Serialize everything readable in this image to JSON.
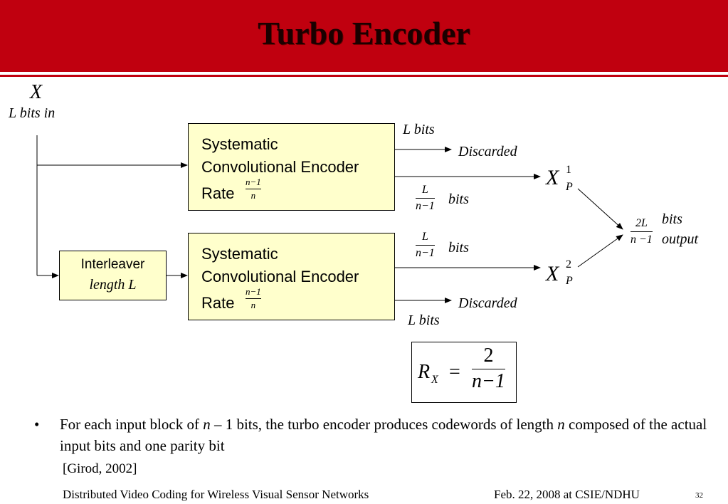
{
  "slide": {
    "title": "Turbo Encoder",
    "input_symbol": "X",
    "input_label": "L bits in",
    "encoder1": {
      "line1": "Systematic",
      "line2": "Convolutional Encoder",
      "rate_word": "Rate",
      "rate_num": "n−1",
      "rate_den": "n"
    },
    "encoder2": {
      "line1": "Systematic",
      "line2": "Convolutional Encoder",
      "rate_word": "Rate",
      "rate_num": "n−1",
      "rate_den": "n"
    },
    "interleaver": {
      "line1": "Interleaver",
      "line2": "length L"
    },
    "top_lbits": "L bits",
    "top_discarded": "Discarded",
    "bottom_lbits": "L bits",
    "bottom_discarded": "Discarded",
    "parity_frac_num": "L",
    "parity_frac_den": "n−1",
    "bits_word": "bits",
    "xp1_base": "X",
    "xp1_sup": "1",
    "xp1_sub": "P",
    "xp2_base": "X",
    "xp2_sup": "2",
    "xp2_sub": "P",
    "output_num": "2L",
    "output_den": "n −1",
    "output_bits": "bits",
    "output_word": "output",
    "rate_R": "R",
    "rate_R_sub": "X",
    "rate_eq": "=",
    "rate_num": "2",
    "rate_den": "n−1",
    "bullet_char": "•",
    "bullet_pre": "For each input block of ",
    "bullet_n1": "n",
    "bullet_mid": " – 1 bits, the turbo encoder produces codewords of length ",
    "bullet_n2": "n",
    "bullet_post": " composed of the actual input bits and one parity bit",
    "citation": "[Girod, 2002]",
    "footer_left": "Distributed Video Coding for Wireless Visual Sensor Networks",
    "footer_right": "Feb. 22, 2008 at CSIE/NDHU",
    "page_number": "32"
  },
  "colors": {
    "header": "#c0000f",
    "box_fill": "#ffffcc"
  }
}
